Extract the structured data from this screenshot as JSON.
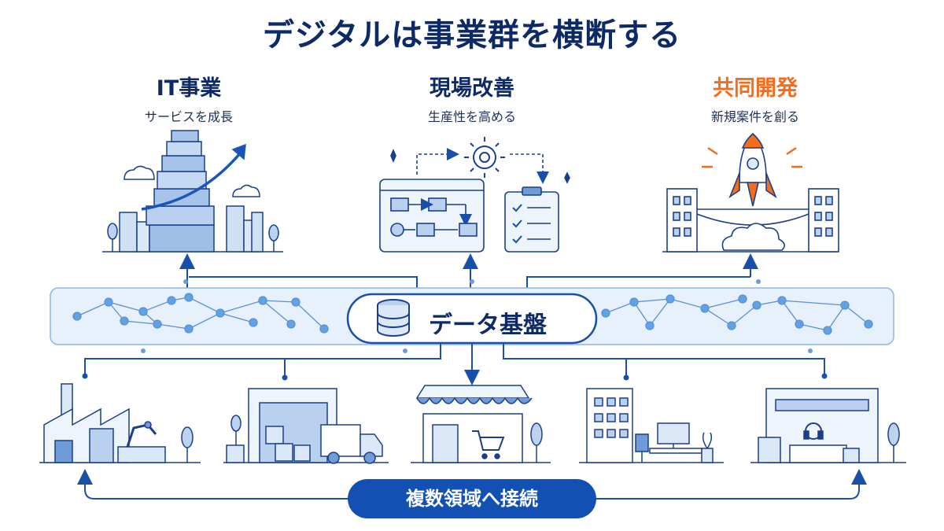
{
  "title": "デジタルは事業群を横断する",
  "columns": [
    {
      "title": "IT事業",
      "subtitle": "サービスを成長"
    },
    {
      "title": "現場改善",
      "subtitle": "生産性を高める"
    },
    {
      "title": "共同開発",
      "subtitle": "新規案件を創る"
    }
  ],
  "hub": {
    "label": "データ基盤"
  },
  "bottom_pill": {
    "label": "複数領域へ接続"
  },
  "colors": {
    "navy": "#0e2a66",
    "blue": "#1250b4",
    "light_blue": "#e6f1fb",
    "accent_orange": "#f36d1c"
  },
  "icons": [
    "building-growth-icon",
    "workflow-board-icon",
    "gear-icon",
    "checklist-icon",
    "rocket-icon",
    "database-icon",
    "factory-icon",
    "warehouse-truck-icon",
    "store-cart-icon",
    "office-desk-icon",
    "support-center-icon"
  ]
}
